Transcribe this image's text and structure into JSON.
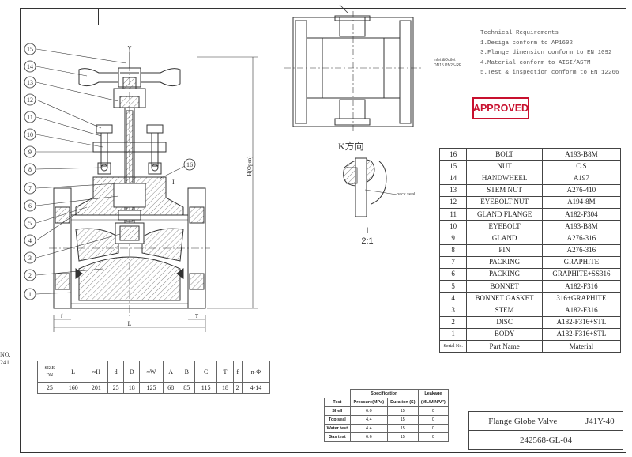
{
  "technical_requirements": {
    "heading": "Technical Requirements",
    "items": [
      "1.Desiga conform to AP1602",
      "3.Flange dimension conform to EN 1092",
      "4.Material conform to AISI/ASTM",
      "5.Test & inspection conform to EN 12266"
    ]
  },
  "stamp": {
    "label": "APPROVED",
    "color": "#c8102e"
  },
  "view_label": "K方向",
  "detail": {
    "label": "I",
    "scale": "2:1",
    "back_seal": "back seal",
    "callout": "I"
  },
  "inlet_label": [
    "Inlet &Outlet",
    "DN15  PN25-RF"
  ],
  "height_label": "H(Open)",
  "top_mark": "V",
  "dim_letters": {
    "f": "f",
    "L": "L",
    "T": "T"
  },
  "callouts": [
    "15",
    "14",
    "13",
    "12",
    "11",
    "10",
    "9",
    "8",
    "7",
    "6",
    "5",
    "4",
    "3",
    "2",
    "1",
    "16"
  ],
  "edge_text": [
    "NO.",
    "241"
  ],
  "parts_table": {
    "rows": [
      {
        "no": "16",
        "name": "BOLT",
        "material": "A193-B8M"
      },
      {
        "no": "15",
        "name": "NUT",
        "material": "C.S"
      },
      {
        "no": "14",
        "name": "HANDWHEEL",
        "material": "A197"
      },
      {
        "no": "13",
        "name": "STEM NUT",
        "material": "A276-410"
      },
      {
        "no": "12",
        "name": "EYEBOLT NUT",
        "material": "A194-8M"
      },
      {
        "no": "11",
        "name": "GLAND FLANGE",
        "material": "A182-F304"
      },
      {
        "no": "10",
        "name": "EYEBOLT",
        "material": "A193-B8M"
      },
      {
        "no": "9",
        "name": "GLAND",
        "material": "A276-316"
      },
      {
        "no": "8",
        "name": "PIN",
        "material": "A276-316"
      },
      {
        "no": "7",
        "name": "PACKING",
        "material": "GRAPHITE"
      },
      {
        "no": "6",
        "name": "PACKING",
        "material": "GRAPHITE+SS316"
      },
      {
        "no": "5",
        "name": "BONNET",
        "material": "A182-F316"
      },
      {
        "no": "4",
        "name": "BONNET GASKET",
        "material": "316+GRAPHITE"
      },
      {
        "no": "3",
        "name": "STEM",
        "material": "A182-F316"
      },
      {
        "no": "2",
        "name": "DISC",
        "material": "A182-F316+STL"
      },
      {
        "no": "1",
        "name": "BODY",
        "material": "A182-F316+STL"
      }
    ],
    "header": {
      "no": "Serial No.",
      "name": "Part Name",
      "material": "Material"
    }
  },
  "dimensions_table": {
    "size_header": [
      "SIZE",
      "DN"
    ],
    "headers": [
      "L",
      "≈H",
      "d",
      "D",
      "≈W",
      "A",
      "B",
      "C",
      "T",
      "f",
      "n-Φ"
    ],
    "row": {
      "size": "25",
      "values": [
        "160",
        "201",
        "25",
        "18",
        "125",
        "68",
        "85",
        "115",
        "18",
        "2",
        "4-14"
      ]
    }
  },
  "spec_table": {
    "headers": [
      "Test",
      "Pressure(MPa)",
      "Duration (S)",
      "(ML/MIN/V\")"
    ],
    "group_headers": {
      "spec": "Specification",
      "leak": "Leakage"
    },
    "rows": [
      {
        "test": "Shell",
        "pressure": "6.0",
        "duration": "15",
        "leakage": "0"
      },
      {
        "test": "Top seal",
        "pressure": "4.4",
        "duration": "15",
        "leakage": "0"
      },
      {
        "test": "Water test",
        "pressure": "4.4",
        "duration": "15",
        "leakage": "0"
      },
      {
        "test": "Gas test",
        "pressure": "6.6",
        "duration": "15",
        "leakage": "0"
      }
    ]
  },
  "title_block": {
    "product": "Flange Globe Valve",
    "model": "J41Y-40",
    "drawing_no": "242568-GL-04"
  }
}
